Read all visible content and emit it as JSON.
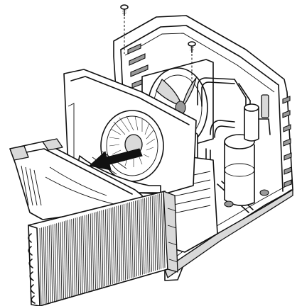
{
  "illustration": {
    "parts": [
      {
        "id": "screw-top",
        "icon": "screw-icon"
      },
      {
        "id": "screw-center",
        "icon": "screw-icon"
      },
      {
        "id": "outer-cabinet",
        "icon": "cabinet-icon"
      },
      {
        "id": "condenser-fan",
        "icon": "fan-icon"
      },
      {
        "id": "compressor",
        "icon": "compressor-icon"
      },
      {
        "id": "refrigerant-tubing",
        "icon": "tubing-icon"
      },
      {
        "id": "evaporator-blower",
        "icon": "blower-icon"
      },
      {
        "id": "evaporator-coil",
        "icon": "coil-icon"
      },
      {
        "id": "front-frame",
        "icon": "frame-icon"
      },
      {
        "id": "slide-out-arrow",
        "icon": "arrow-icon"
      }
    ],
    "colors": {
      "line": "#111111",
      "background": "#ffffff",
      "shade": "#d9d9d9",
      "arrow": "#111111"
    }
  }
}
